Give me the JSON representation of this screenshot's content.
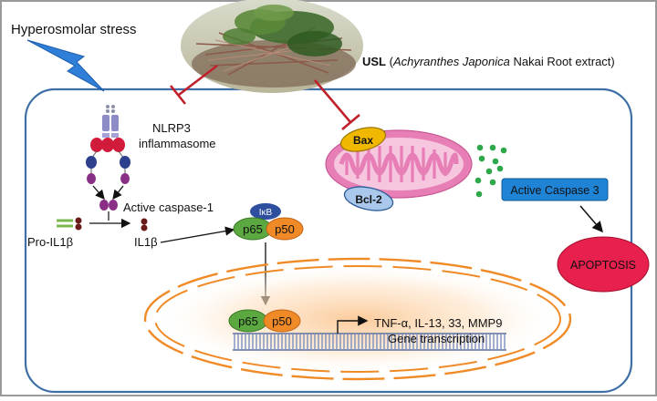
{
  "labels": {
    "stress": "Hyperosmolar stress",
    "usl_bold": "USL",
    "usl_paren_open": " (",
    "usl_species": "Achyranthes Japonica",
    "usl_rest": " Nakai Root extract)",
    "nlrp3_line1": "NLRP3",
    "nlrp3_line2": "inflammasome",
    "active_caspase1": "Active caspase-1",
    "pro_il1b": "Pro-IL1β",
    "il1b": "IL1β",
    "ikb": "IκB",
    "p65": "p65",
    "p50": "p50",
    "bax": "Bax",
    "bcl2": "Bcl-2",
    "active_caspase3": "Active Caspase 3",
    "apoptosis": "APOPTOSIS",
    "genes_line1": "TNF-α, IL-13, 33, MMP9",
    "genes_line2": "Gene transcription"
  },
  "colors": {
    "cell_border": "#3f6fa6",
    "inhibit_red": "#c0202a",
    "lightning": "#2f7fd8",
    "mito_outer": "#e77fb6",
    "mito_inner": "#f6c6df",
    "bax": "#f0b800",
    "bcl2": "#a9c8ec",
    "caspase3": "#1f83d6",
    "apoptosis": "#e8204e",
    "p65": "#5aa83f",
    "p50": "#f08a26",
    "ikb": "#2d4f9e",
    "nucleus": "#f08a26",
    "dots": "#2ea84a"
  }
}
